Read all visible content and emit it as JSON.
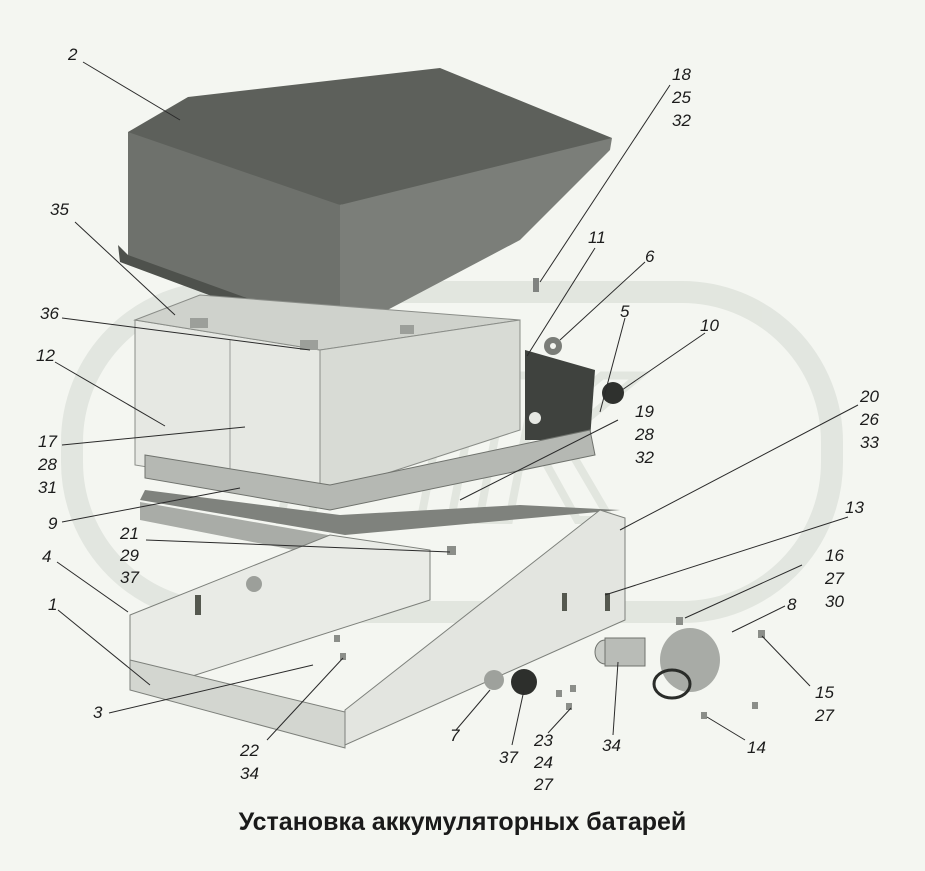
{
  "caption": "Установка аккумуляторных батарей",
  "watermark": "PIK",
  "colors": {
    "background": "#f4f6f1",
    "cover_dark": "#6e716c",
    "cover_top": "#5d605b",
    "battery_light": "#e6e8e3",
    "frame_light": "#e9ebe6",
    "metal_mid": "#a6a9a4",
    "watermark": "#dfe3dc"
  },
  "callouts": {
    "c2": [
      "2"
    ],
    "c18": [
      "18",
      "25",
      "32"
    ],
    "c35": [
      "35"
    ],
    "c11": [
      "11"
    ],
    "c6": [
      "6"
    ],
    "c5": [
      "5"
    ],
    "c10": [
      "10"
    ],
    "c36": [
      "36"
    ],
    "c12": [
      "12"
    ],
    "c17": [
      "17",
      "28",
      "31"
    ],
    "c19": [
      "19",
      "28",
      "32"
    ],
    "c20": [
      "20",
      "26",
      "33"
    ],
    "c9": [
      "9"
    ],
    "c13": [
      "13"
    ],
    "c21": [
      "21",
      "29",
      "37"
    ],
    "c4": [
      "4"
    ],
    "c16": [
      "16",
      "27",
      "30"
    ],
    "c8": [
      "8"
    ],
    "c1": [
      "1"
    ],
    "c15": [
      "15",
      "27"
    ],
    "c3": [
      "3"
    ],
    "c7": [
      "7"
    ],
    "c22": [
      "22",
      "34"
    ],
    "c23": [
      "23",
      "24",
      "27"
    ],
    "c37": [
      "37"
    ],
    "c34": [
      "34"
    ],
    "c14": [
      "14"
    ]
  }
}
